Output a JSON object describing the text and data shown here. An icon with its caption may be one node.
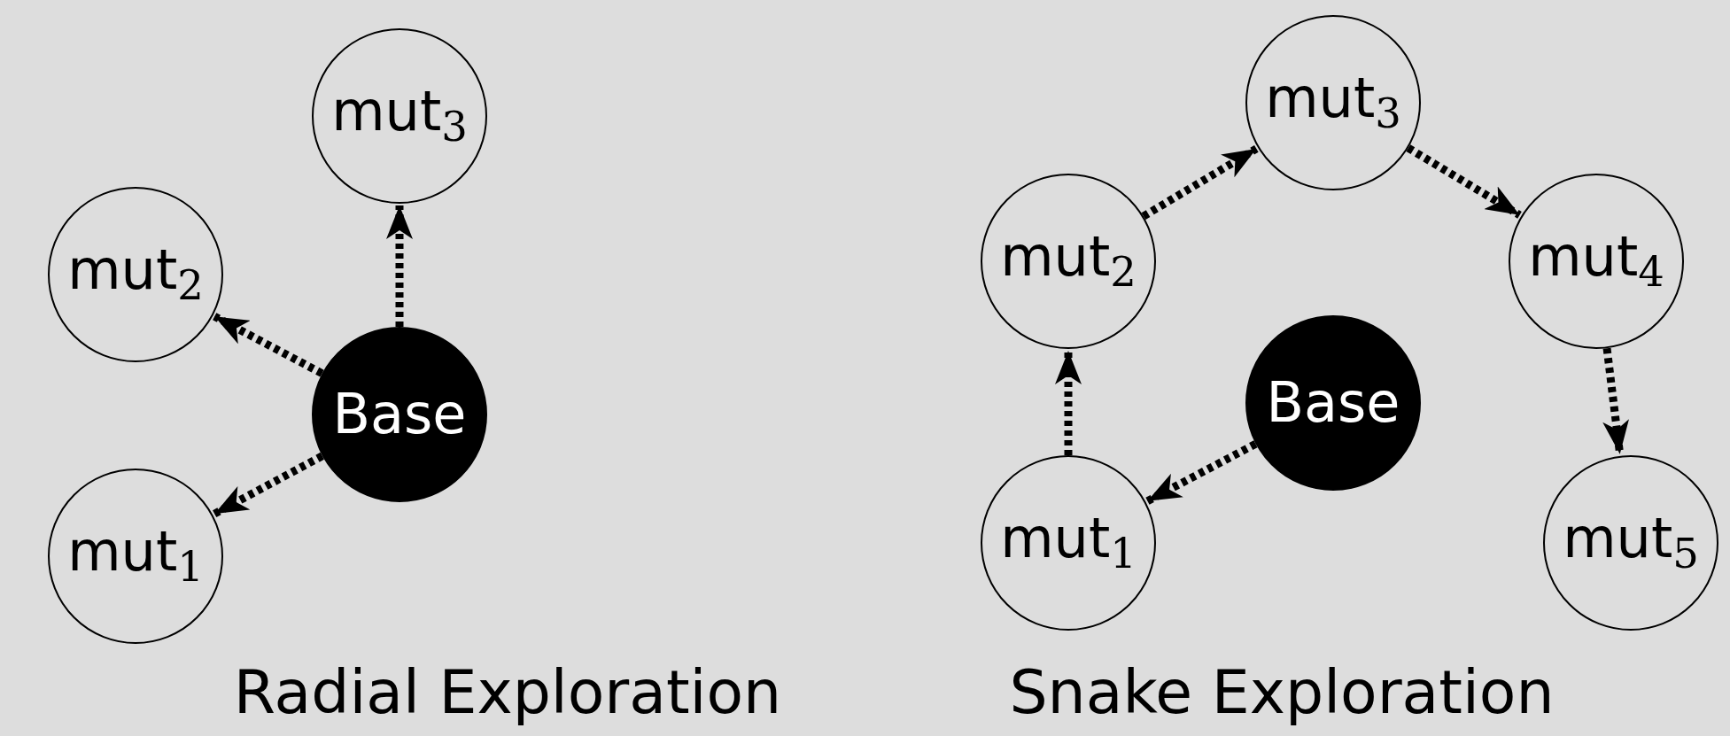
{
  "diagram": {
    "nodes": [
      {
        "text": [
          "mut$_{3}$"
        ]
      },
      {
        "text": [
          "mut$_{2}$"
        ]
      },
      {
        "text": [
          "Base"
        ]
      },
      {
        "text": [
          "mut$_{1}$"
        ]
      },
      {
        "text": [
          "mut$_{3}$"
        ]
      },
      {
        "text": [
          "mut$_{2}$"
        ]
      },
      {
        "text": [
          "mut$_{4}$"
        ]
      },
      {
        "text": [
          "Base"
        ]
      },
      {
        "text": [
          "mut$_{1}$"
        ]
      },
      {
        "text": [
          "mut$_{5}$"
        ]
      }
    ],
    "edges": [
      {
        "from": 2,
        "to": 0,
        "arrow": "to",
        "style": "dashed"
      },
      {
        "from": 2,
        "to": 1,
        "arrow": "to",
        "style": "dashed"
      },
      {
        "from": 2,
        "to": 3,
        "arrow": "to",
        "style": "dashed"
      },
      {
        "from": 7,
        "to": 8,
        "arrow": "to",
        "style": "dashed"
      },
      {
        "from": 8,
        "to": 5,
        "arrow": "to",
        "style": "dashed"
      },
      {
        "from": 5,
        "to": 4,
        "arrow": "to",
        "style": "dashed"
      },
      {
        "from": 4,
        "to": 6,
        "arrow": "to",
        "style": "dashed"
      },
      {
        "from": 6,
        "to": 9,
        "arrow": "to",
        "style": "dashed"
      }
    ],
    "labels": [
      "Radial Exploration",
      "Snake Exploration"
    ]
  }
}
